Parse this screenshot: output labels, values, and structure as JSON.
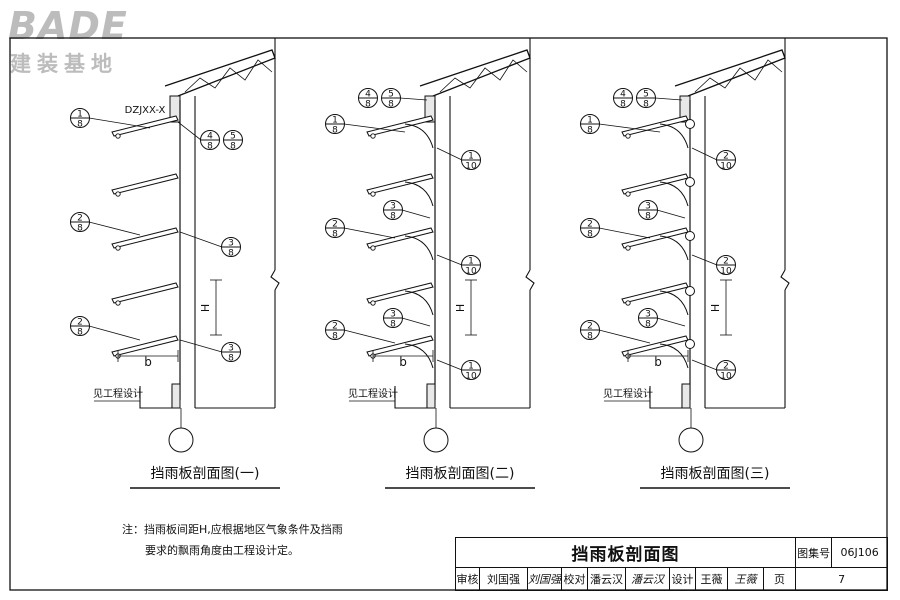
{
  "logo": {
    "main": "BADE",
    "sub": "建装基地"
  },
  "labels": {
    "dzjxx": "DZJXX-X",
    "b": "b",
    "H": "H",
    "see_design": "见工程设计"
  },
  "refs": {
    "r18": [
      "1",
      "8"
    ],
    "r28": [
      "2",
      "8"
    ],
    "r38": [
      "3",
      "8"
    ],
    "r48": [
      "4",
      "8"
    ],
    "r58": [
      "5",
      "8"
    ],
    "r110": [
      "1",
      "10"
    ],
    "r210": [
      "2",
      "10"
    ]
  },
  "captions": [
    "挡雨板剖面图(一)",
    "挡雨板剖面图(二)",
    "挡雨板剖面图(三)"
  ],
  "note": {
    "line1": "注：挡雨板间距H,应根据地区气象条件及挡雨",
    "line2": "要求的飘雨角度由工程设计定。"
  },
  "title_block": {
    "title": "挡雨板剖面图",
    "atlas_label": "图集号",
    "atlas_no": "06J106",
    "review_label": "审核",
    "reviewer": "刘国强",
    "reviewer_sig": "刘国强",
    "check_label": "校对",
    "checker": "潘云汉",
    "checker_sig": "潘云汉",
    "design_label": "设计",
    "designer": "王薇",
    "designer_sig": "王薇",
    "page_label": "页",
    "page_no": "7"
  }
}
